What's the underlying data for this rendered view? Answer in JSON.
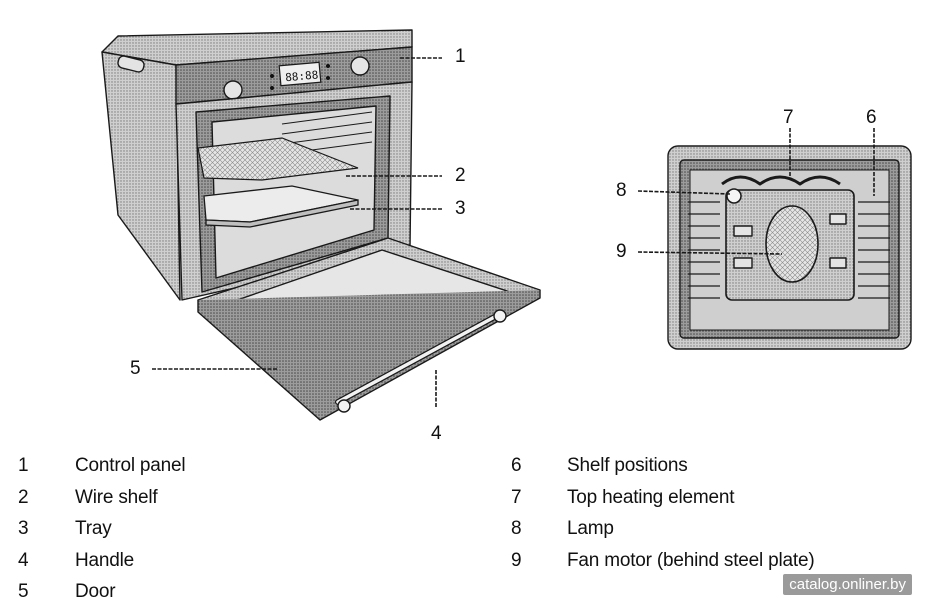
{
  "callouts": [
    "1",
    "2",
    "3",
    "4",
    "5",
    "6",
    "7",
    "8",
    "9"
  ],
  "legend": [
    {
      "num": "1",
      "text": "Control panel"
    },
    {
      "num": "2",
      "text": "Wire shelf"
    },
    {
      "num": "3",
      "text": "Tray"
    },
    {
      "num": "4",
      "text": "Handle"
    },
    {
      "num": "5",
      "text": "Door"
    },
    {
      "num": "6",
      "text": "Shelf positions"
    },
    {
      "num": "7",
      "text": "Top heating element"
    },
    {
      "num": "8",
      "text": "Lamp"
    },
    {
      "num": "9",
      "text": "Fan motor (behind steel plate)"
    }
  ],
  "display": {
    "digits": "88:88"
  },
  "watermark": "catalog.onliner.by",
  "colors": {
    "line": "#1a1a1a",
    "body_fill": "#bdbdbd",
    "panel_fill": "#a8a8a8",
    "glass_fill": "#d9d9d9",
    "cavity_fill": "#9e9e9e",
    "plate_fill": "#c8c8c8"
  }
}
